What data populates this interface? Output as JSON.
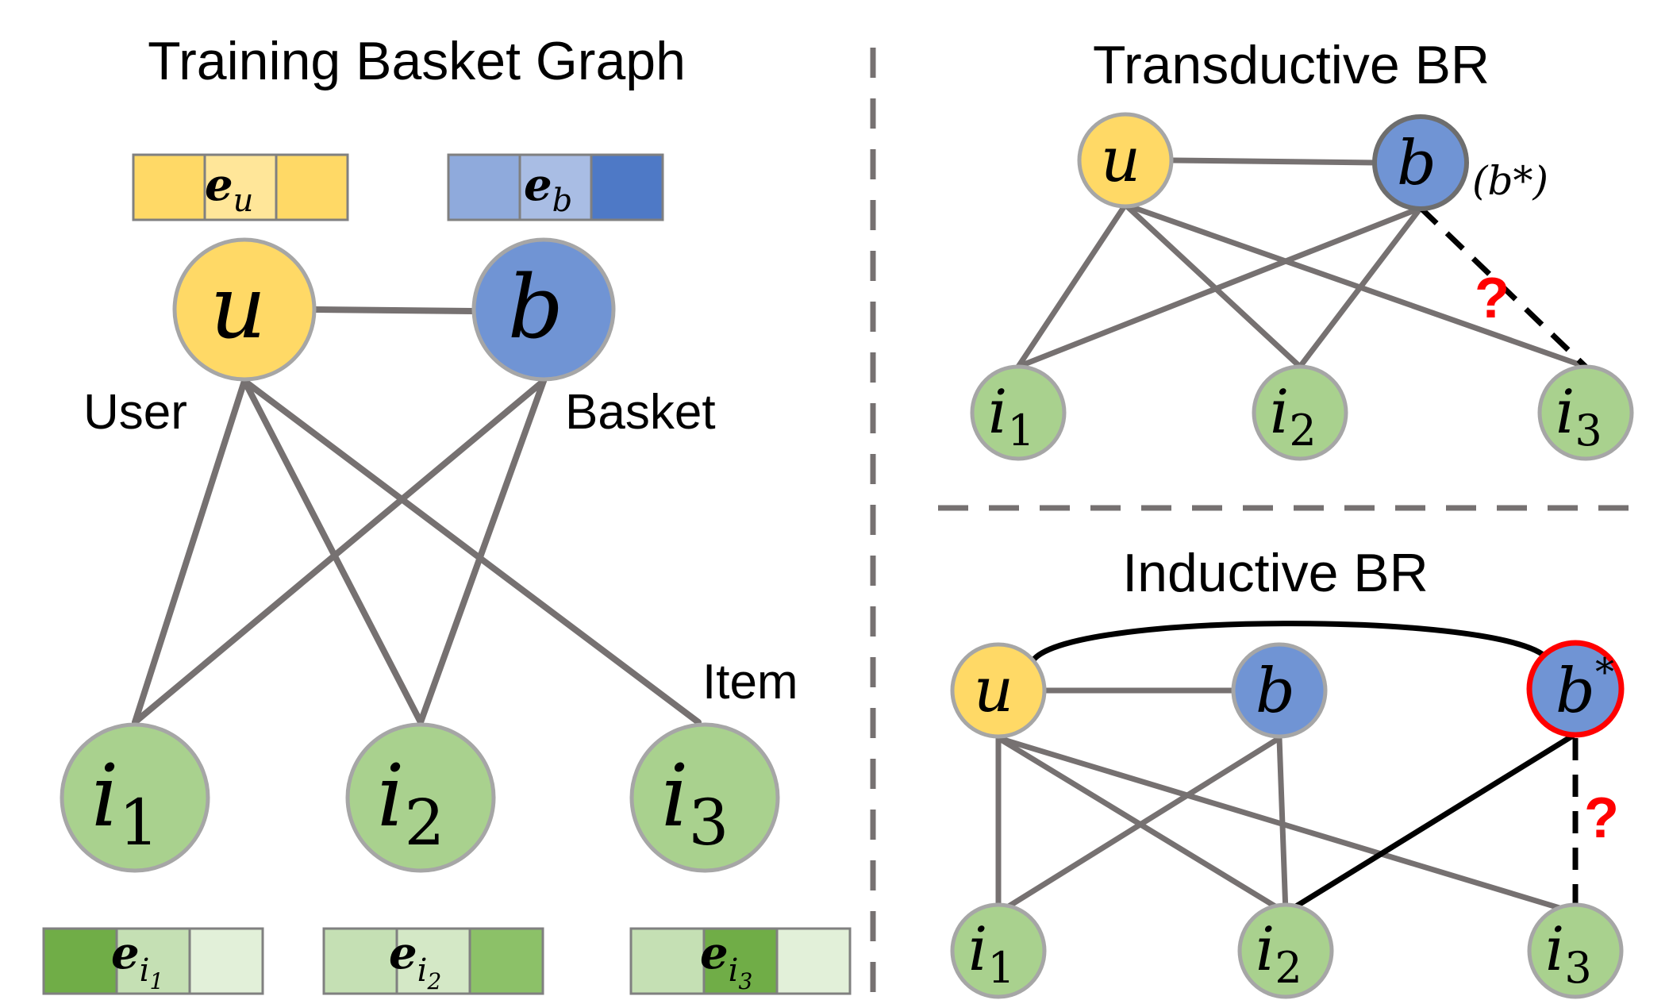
{
  "left_panel": {
    "title": "Training Basket Graph",
    "labels": {
      "user": "User",
      "basket": "Basket",
      "item": "Item"
    },
    "nodes": {
      "u": "u",
      "b": "b",
      "i": "i",
      "i1_sub": "1",
      "i2_sub": "2",
      "i3_sub": "3"
    },
    "embeddings": {
      "e": "e",
      "u_sub": "u",
      "b_sub": "b",
      "i_sub": "i",
      "i1_sub": "1",
      "i2_sub": "2",
      "i3_sub": "3"
    }
  },
  "transductive": {
    "title": "Transductive BR",
    "target_label": "(b*)",
    "question_mark": "?",
    "nodes": {
      "u": "u",
      "b": "b",
      "i": "i",
      "i1_sub": "1",
      "i2_sub": "2",
      "i3_sub": "3"
    }
  },
  "inductive": {
    "title": "Inductive BR",
    "question_mark": "?",
    "nodes": {
      "u": "u",
      "b": "b",
      "bstar": "b",
      "star": "*",
      "i": "i",
      "i1_sub": "1",
      "i2_sub": "2",
      "i3_sub": "3"
    }
  },
  "colors": {
    "user_fill": "#FFD966",
    "basket_fill": "#7094D4",
    "item_fill": "#A9D18E",
    "node_stroke": "#A6A6A6",
    "edge": "#767171",
    "target_stroke": "#FF0000",
    "question": "#FF0000",
    "black_edge": "#000000"
  }
}
